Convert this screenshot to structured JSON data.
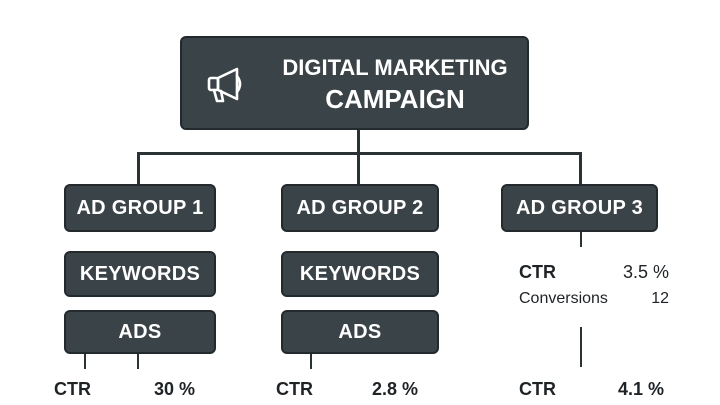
{
  "root": {
    "line1": "DIGITAL MARKETING",
    "line2": "CAMPAIGN",
    "icon": "megaphone-icon"
  },
  "groups": [
    {
      "title": "AD GROUP 1",
      "keywords": "KEYWORDS",
      "ads": "ADS",
      "ctr_label": "CTR",
      "ctr_value": "30 %"
    },
    {
      "title": "AD GROUP 2",
      "keywords": "KEYWORDS",
      "ads": "ADS",
      "ctr_label": "CTR",
      "ctr_value": "2.8 %"
    },
    {
      "title": "AD GROUP 3",
      "stats": {
        "ctr_label": "CTR",
        "ctr_value": "3.5 %",
        "conversions_label": "Conversions",
        "conversions_value": "12"
      },
      "ctr_label": "CTR",
      "ctr_value": "4.1 %"
    }
  ],
  "colors": {
    "node_fill": "#3a4347",
    "node_border": "#232a2d",
    "connector": "#2b3235",
    "text_light": "#ffffff",
    "text_dark": "#1e2326"
  }
}
